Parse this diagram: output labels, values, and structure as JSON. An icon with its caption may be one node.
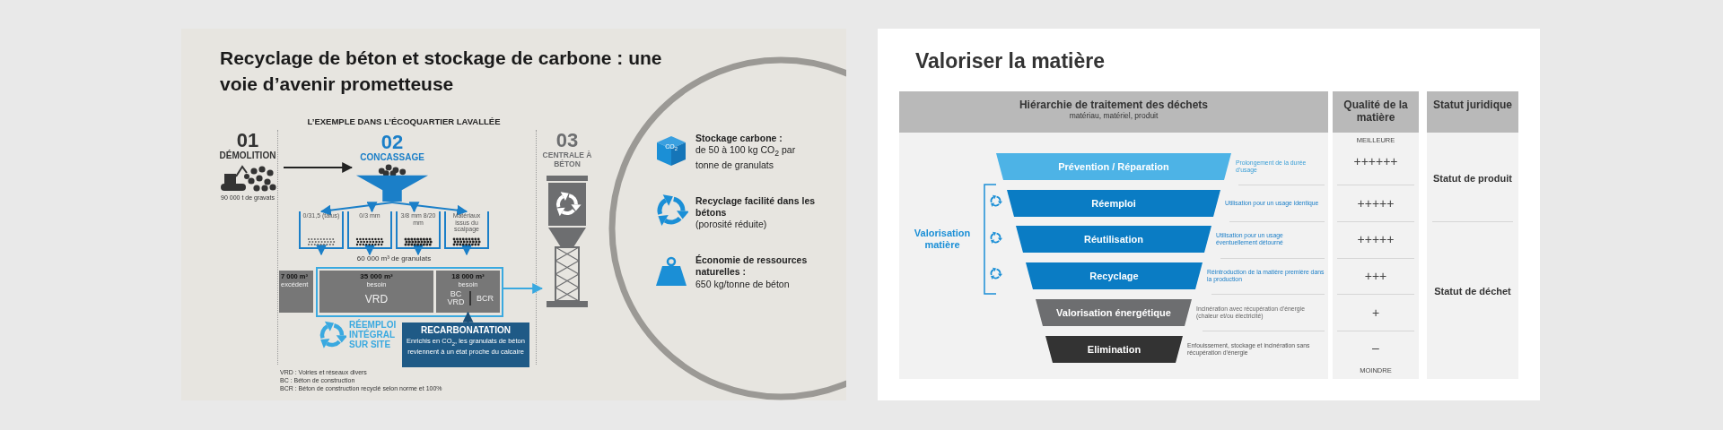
{
  "diagram": {
    "title": "Recyclage de béton et stockage de carbone : une voie d’avenir prometteuse",
    "nodes": [
      {
        "text": [
          "01",
          "DÉMOLITION",
          "90 000 t de gravats"
        ]
      },
      {
        "text": [
          "02",
          "CONCASSAGE"
        ]
      },
      {
        "text": [
          "0/31,5 (talus)"
        ]
      },
      {
        "text": [
          "0/3 mm"
        ]
      },
      {
        "text": [
          "3/8 mm 8/20 mm"
        ]
      },
      {
        "text": [
          "Matériaux issus du scalpage"
        ]
      },
      {
        "text": [
          "60 000 m³ de granulats"
        ]
      },
      {
        "text": [
          "7 000 m³",
          "excédent"
        ]
      },
      {
        "text": [],
        "shape": "box"
      },
      {
        "text": [
          "35 000 m³",
          "besoin",
          "VRD"
        ],
        "in": 8
      },
      {
        "text": [
          "18 000 m³",
          "besoin",
          "BC VRD",
          "BCR"
        ],
        "in": 8
      },
      {
        "text": [
          "RECARBONATATION",
          "Enrichis en CO$_{2}$, les granulats de béton reviennent à un état proche du calcaire"
        ]
      },
      {
        "text": [
          "03",
          "CENTRALE À BÉTON"
        ]
      },
      {
        "text": [
          "Hiérarchie de traitement des déchets",
          "matériau, matériel, produit"
        ]
      },
      {
        "text": [
          "Qualité de la matière"
        ]
      },
      {
        "text": [
          "Statut juridique"
        ]
      },
      {
        "text": [
          "Prévention / Réparation"
        ],
        "beside": [
          "Prolongement de la durée d’usage"
        ]
      },
      {
        "text": [
          "Réemploi"
        ],
        "beside": [
          "Utilisation pour un usage identique"
        ]
      },
      {
        "text": [
          "Réutilisation"
        ],
        "beside": [
          "Utilisation pour un usage éventuellement détourné"
        ]
      },
      {
        "text": [
          "Recyclage"
        ],
        "beside": [
          "Réintroduction de la matière première dans la production"
        ]
      },
      {
        "text": [
          "Valorisation énergétique"
        ],
        "beside": [
          "Incinération avec récupération d’énergie (chaleur et/ou électricité)"
        ]
      },
      {
        "text": [
          "Elimination"
        ],
        "beside": [
          "Enfouissement, stockage et incinération sans récupération d’énergie"
        ]
      }
    ],
    "edges": [
      {
        "from": 0,
        "to": 1,
        "arrow": "to",
        "color": "#222222"
      },
      {
        "from": 1,
        "to": 2,
        "arrow": "to"
      },
      {
        "from": 1,
        "to": 3,
        "arrow": "to"
      },
      {
        "from": 1,
        "to": 4,
        "arrow": "to"
      },
      {
        "from": 1,
        "to": 5,
        "arrow": "to"
      },
      {
        "from": 2,
        "to": 6,
        "arrow": "to"
      },
      {
        "from": 3,
        "to": 6,
        "arrow": "to"
      },
      {
        "from": 4,
        "to": 6,
        "arrow": "to"
      },
      {
        "from": 5,
        "to": 6,
        "arrow": "to"
      },
      {
        "from": 11,
        "to": 10,
        "arrow": "to",
        "color": "#1d4e75"
      },
      {
        "from": 8,
        "to": 12,
        "arrow": "to",
        "color": "#3aa9e0"
      }
    ],
    "labels": [
      "L’EXEMPLE DANS L’ÉCOQUARTIER LAVALLÉE",
      "RÉEMPLOI INTÉGRAL SUR SITE",
      "VRD : Voiries et réseaux divers",
      "BC : Béton de construction",
      "BCR : Béton de construction recyclé selon norme et 100%",
      "CO$_{2}$",
      "Stockage carbone :",
      "de 50 à 100 kg CO$_{2}$ par tonne de granulats",
      "Recyclage facilité dans les bétons",
      "(porosité réduite)",
      "Économie de ressources naturelles :",
      "650 kg/tonne de béton",
      "Valoriser la matière",
      "Valorisation matière",
      "MEILLEURE",
      "++++++",
      "+++++",
      "+++++",
      "+++",
      "+",
      "–",
      "MOINDRE",
      "Statut de produit",
      "Statut de déchet"
    ]
  }
}
